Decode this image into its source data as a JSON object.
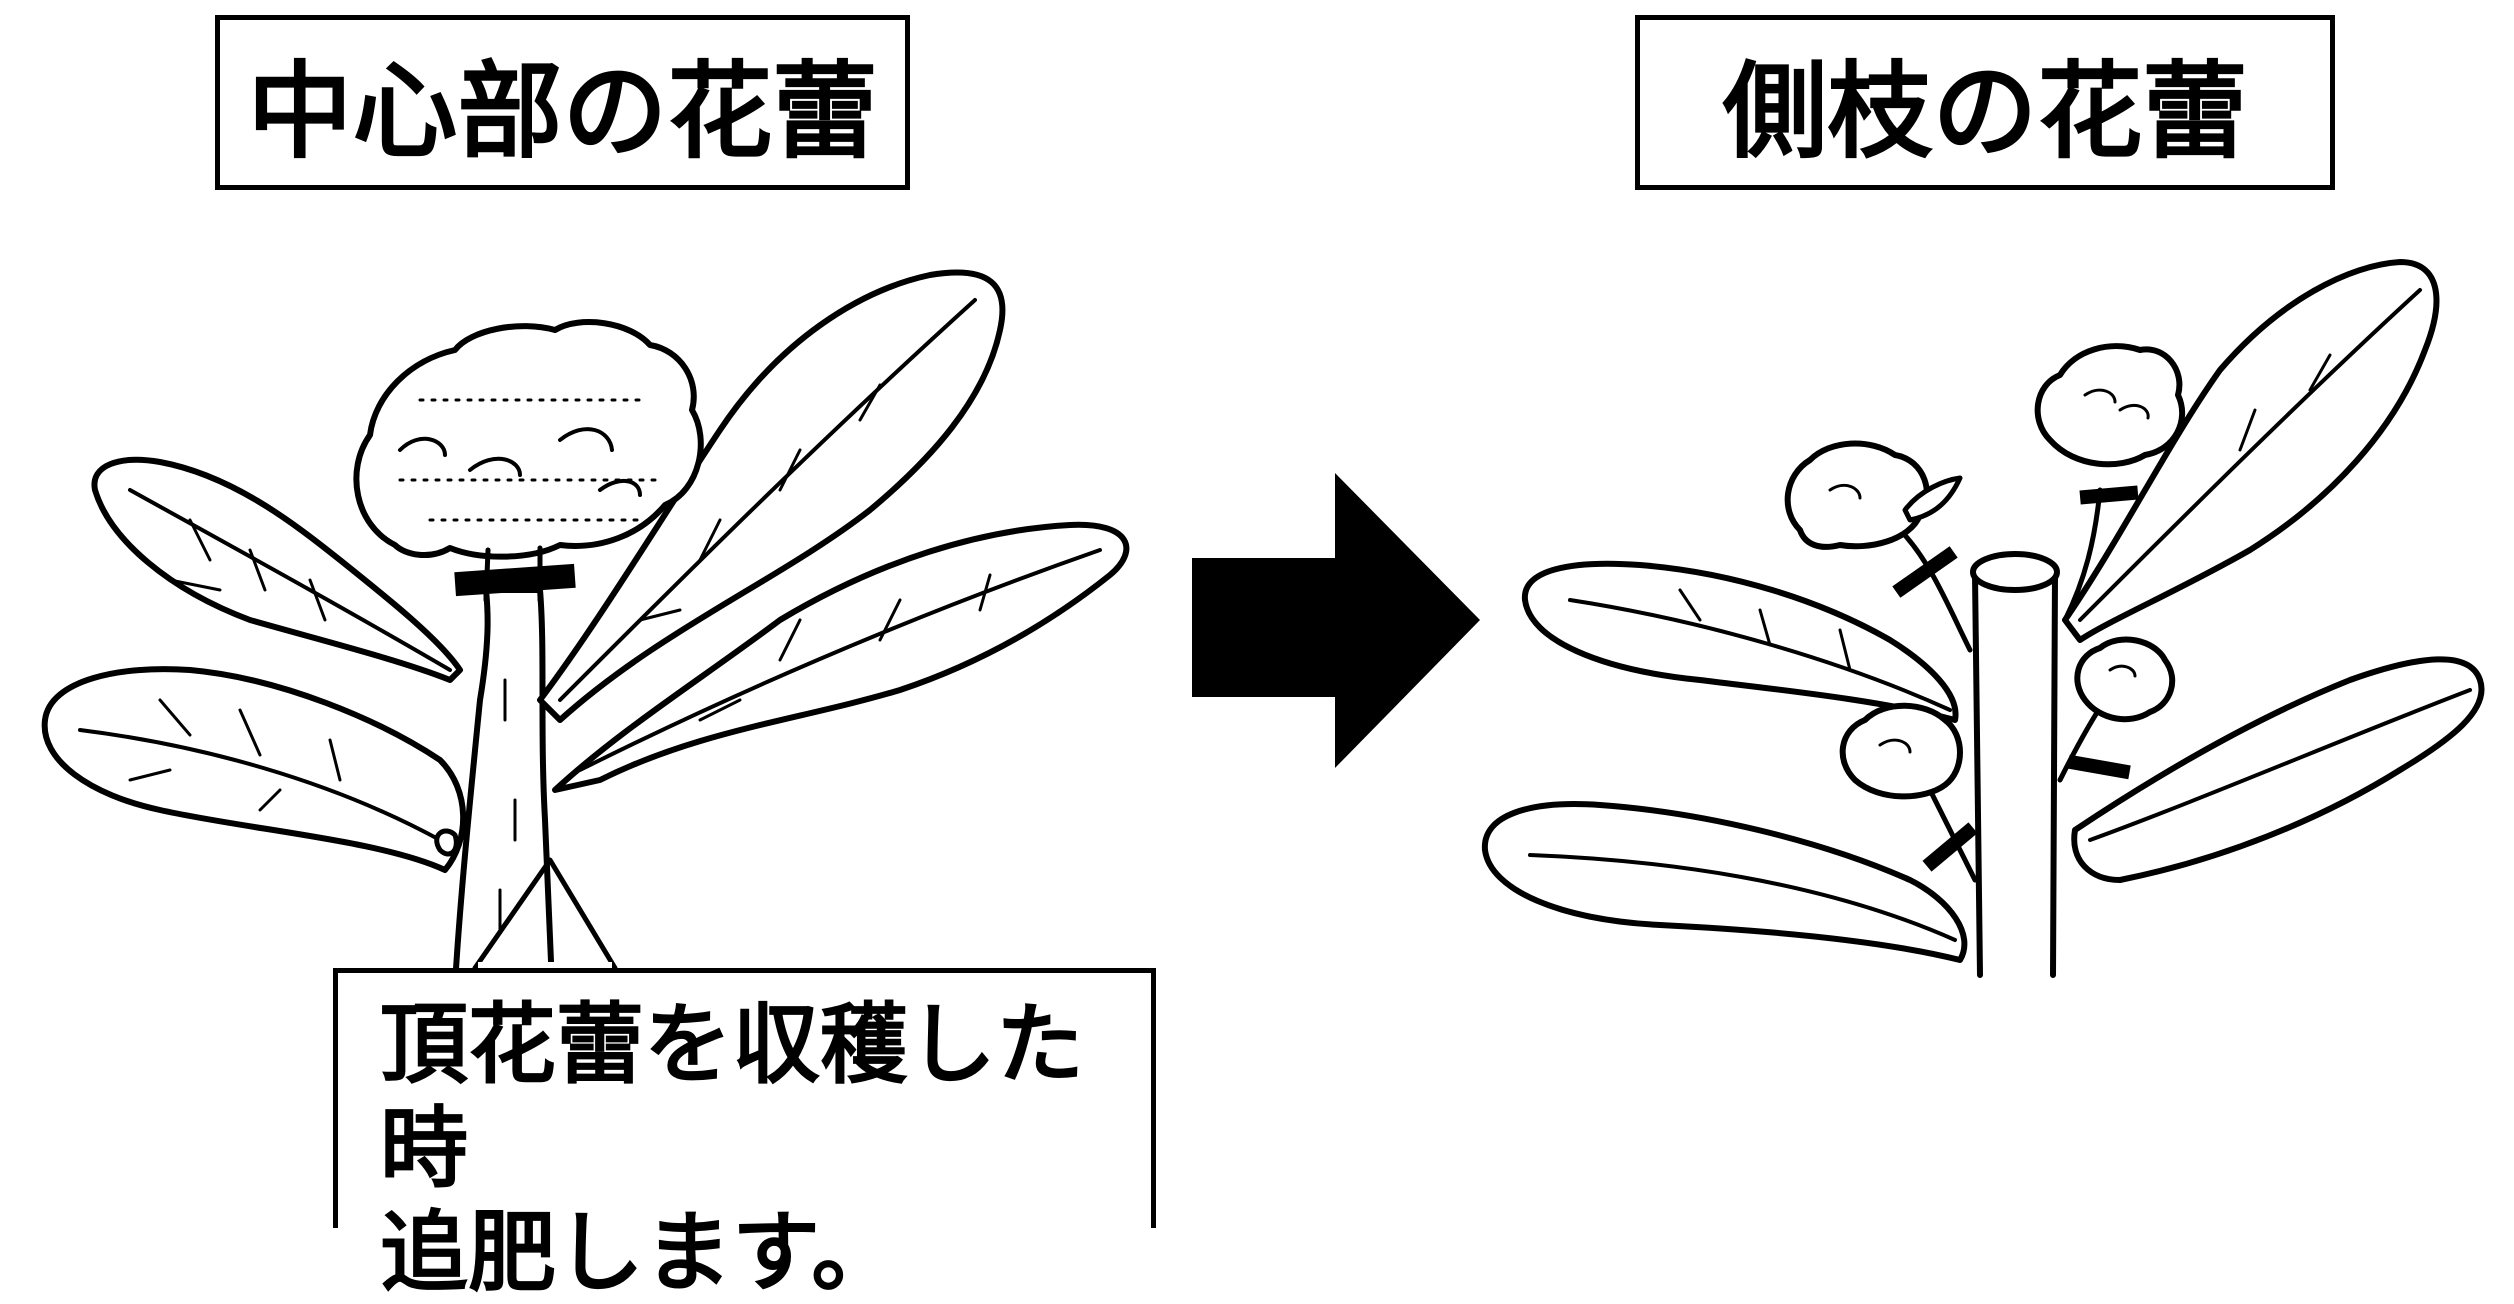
{
  "figure": {
    "left_title": "中心部の花蕾",
    "right_title": "側枝の花蕾",
    "callout": {
      "line1": "頂花蕾を収穫した時",
      "line2": "追肥します。"
    }
  },
  "colors": {
    "ink": "#000000",
    "paper": "#ffffff"
  },
  "icons": [
    "arrow-right-icon",
    "broccoli-plant-illustration",
    "cut-mark-icon"
  ]
}
